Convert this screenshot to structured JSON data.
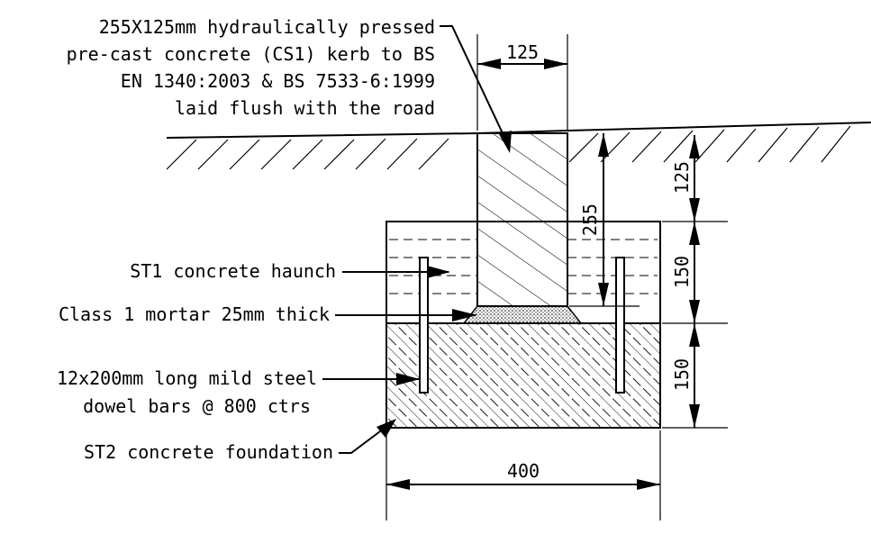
{
  "labels": {
    "kerb": [
      "255X125mm hydraulically pressed",
      "pre-cast concrete (CS1) kerb to BS",
      "EN 1340:2003 & BS 7533-6:1999",
      "laid flush with the road"
    ],
    "haunch": "ST1 concrete haunch",
    "mortar": "Class 1 mortar 25mm thick",
    "dowel": [
      "12x200mm long mild steel",
      "dowel bars @ 800 ctrs"
    ],
    "foundation": "ST2 concrete foundation"
  },
  "dimensions": {
    "kerb_width": "125",
    "kerb_depth": "255",
    "upper_depth": "125",
    "haunch_depth": "150",
    "foundation_depth": "150",
    "foundation_width": "400"
  }
}
